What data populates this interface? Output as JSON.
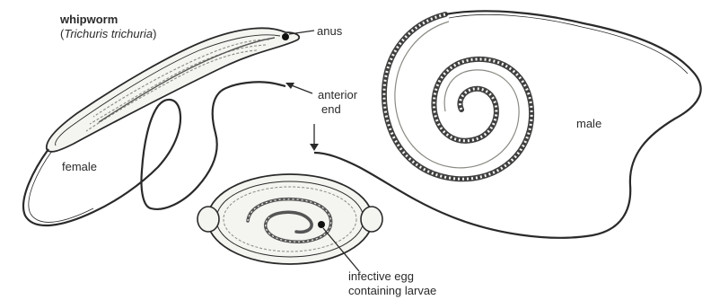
{
  "title": "whipworm",
  "subtitle": {
    "open": "(",
    "latin": "Trichuris trichuria",
    "close": ")"
  },
  "labels": {
    "anus": "anus",
    "anterior_line1": "anterior",
    "anterior_line2": "end",
    "male": "male",
    "female": "female",
    "egg_line1": "infective egg",
    "egg_line2": "containing larvae"
  },
  "colors": {
    "ink": "#2a2a2a",
    "body_fill": "#f4f4f0",
    "texture": "#8a8a84"
  }
}
